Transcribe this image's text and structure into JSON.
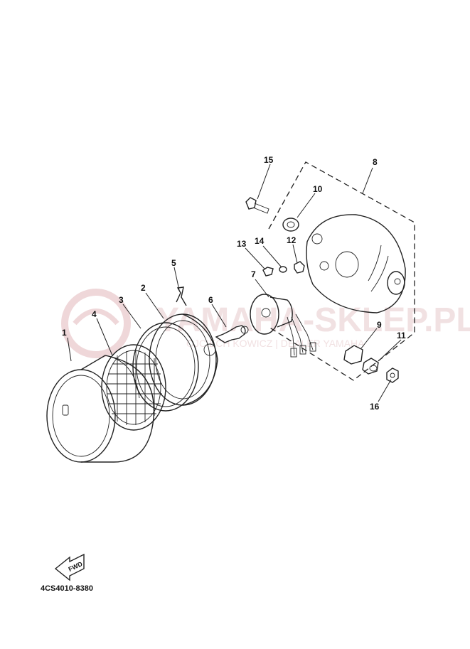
{
  "diagram": {
    "callouts": [
      "1",
      "2",
      "3",
      "4",
      "5",
      "6",
      "7",
      "8",
      "9",
      "10",
      "11",
      "12",
      "13",
      "14",
      "15",
      "16"
    ],
    "fwd_label": "FWD",
    "part_code": "4CS4010-8380",
    "watermark": {
      "site": "YAMAHA-SKLEP.PL",
      "tagline": "OJCIECH KOWICZ | DEALER YAMAHA"
    }
  }
}
